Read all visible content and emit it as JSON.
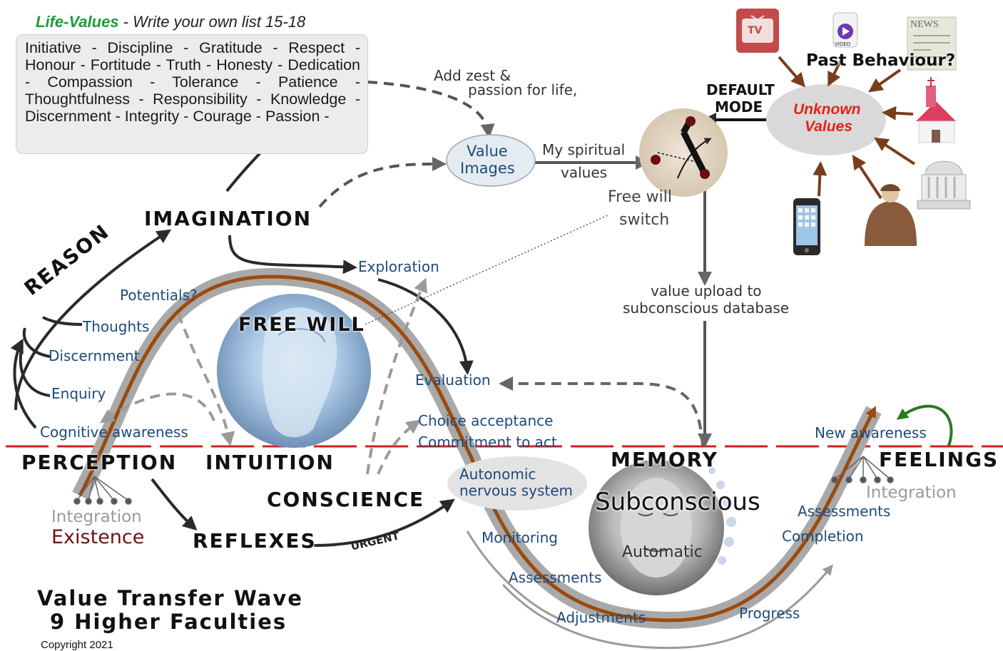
{
  "life_values": {
    "title_highlight": "Life-Values",
    "title_rest": " - Write your own list 15-18",
    "list": "Initiative - Discipline - Gratitude - Respect - Honour - Fortitude - Truth - Honesty - Dedication - Compassion - Tolerance - Patience - Thoughtfulness - Responsibility - Knowledge - Discernment - Integrity - Courage - Passion -"
  },
  "faculties": {
    "imagination": "IMAGINATION",
    "reason": "REASON",
    "free_will": "FREE WILL",
    "perception": "PERCEPTION",
    "intuition": "INTUITION",
    "conscience": "CONSCIENCE",
    "reflexes": "REFLEXES",
    "memory": "MEMORY",
    "feelings": "FEELINGS"
  },
  "labels": {
    "add_zest_line1": "Add zest &",
    "add_zest_line2": "passion for life,",
    "value_images_line1": "Value",
    "value_images_line2": "Images",
    "my_spiritual": "My spiritual",
    "values": "values",
    "free_will_switch_line1": "Free will",
    "free_will_switch_line2": "switch",
    "default_mode_line1": "DEFAULT",
    "default_mode_line2": "MODE",
    "unknown_values_line1": "Unknown",
    "unknown_values_line2": "Values",
    "past_behaviour": "Past Behaviour?",
    "value_upload_line1": "value upload to",
    "value_upload_line2": "subconscious database",
    "exploration": "Exploration",
    "potentials": "Potentials?",
    "thoughts": "Thoughts",
    "discernment": "Discernment",
    "enquiry": "Enquiry",
    "cognitive_awareness": "Cognitive awareness",
    "evaluation": "Evaluation",
    "choice_acceptance": "Choice acceptance",
    "commitment": "Commitment to act",
    "autonomic_line1": "Autonomic",
    "autonomic_line2": "nervous system",
    "subconscious": "Subconscious",
    "automatic": "Automatic",
    "new_awareness": "New awareness",
    "integration_right": "Integration",
    "assessments_right": "Assessments",
    "completion": "Completion",
    "monitoring": "Monitoring",
    "assessments_bottom": "Assessments",
    "adjustments": "Adjustments",
    "progress": "Progress",
    "integration_left": "Integration",
    "existence": "Existence",
    "urgent": "URGENT",
    "tv_icon_text": "TV",
    "video_icon_text": "VIDEO",
    "news_icon_text": "NEWS"
  },
  "footer": {
    "title_line1": "Value Transfer Wave",
    "title_line2": "9 Higher Faculties",
    "copyright": "Copyright 2021"
  },
  "colors": {
    "wave_brown": "#9c4a0e",
    "wave_grey": "#a9a9a9",
    "baseline_red": "#d41f1f",
    "value_green": "#1e9a3a",
    "unknown_red": "#e0231c",
    "label_blue": "#1e4a7a",
    "influence_arrow": "#7a3d1c"
  },
  "icons": [
    "tv-icon",
    "video-icon",
    "newspaper-icon",
    "church-icon",
    "capitol-icon",
    "preacher-icon",
    "smartphone-icon",
    "brain-head-icon",
    "sleeping-face-icon",
    "switch-icon"
  ]
}
